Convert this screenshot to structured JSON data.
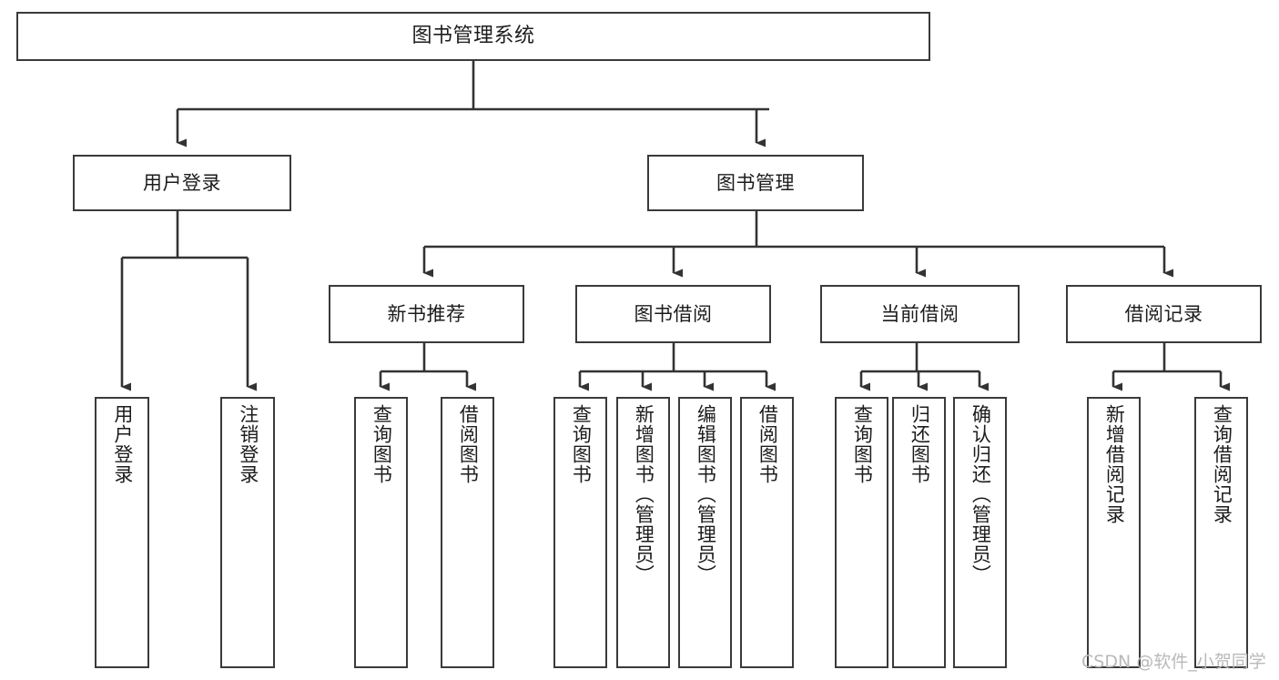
{
  "diagram": {
    "title": "图书管理系统",
    "type": "tree-structure-diagram",
    "colors": {
      "box_border": "#3a3a3a",
      "box_fill": "#ffffff",
      "connector": "#333333",
      "text": "#1c1c1c",
      "watermark": "#b9b9b9",
      "background": "#ffffff"
    },
    "root": {
      "label": "图书管理系统"
    },
    "level2": [
      {
        "label": "用户登录"
      },
      {
        "label": "图书管理"
      }
    ],
    "level3": [
      {
        "label": "新书推荐"
      },
      {
        "label": "图书借阅"
      },
      {
        "label": "当前借阅"
      },
      {
        "label": "借阅记录"
      }
    ],
    "leaves": {
      "user_login": [
        {
          "label": "用户登录"
        },
        {
          "label": "注销登录"
        }
      ],
      "new_book_recommend": [
        {
          "label": "查询图书"
        },
        {
          "label": "借阅图书"
        }
      ],
      "book_borrow": [
        {
          "label": "查询图书"
        },
        {
          "label": "新增图书（管理员）"
        },
        {
          "label": "编辑图书（管理员）"
        },
        {
          "label": "借阅图书"
        }
      ],
      "current_borrow": [
        {
          "label": "查询图书"
        },
        {
          "label": "归还图书"
        },
        {
          "label": "确认归还（管理员）"
        }
      ],
      "borrow_record": [
        {
          "label": "新增借阅记录"
        },
        {
          "label": "查询借阅记录"
        }
      ]
    },
    "watermark": "CSDN @软件_小贺同学"
  }
}
